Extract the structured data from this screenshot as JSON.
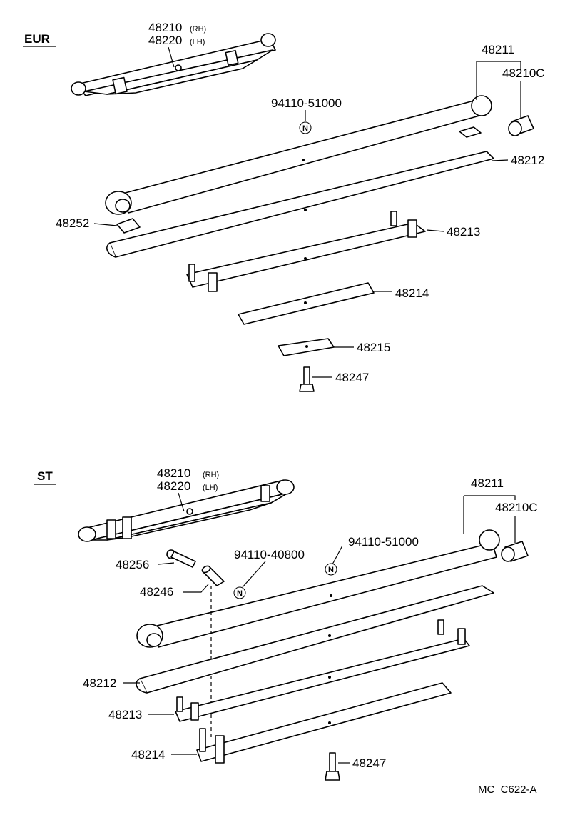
{
  "sections": {
    "eur": {
      "name": "EUR",
      "parts": {
        "spring_rh": "48210",
        "spring_rh_side": "(RH)",
        "spring_lh": "48220",
        "spring_lh_side": "(LH)",
        "leaf_no1": "48211",
        "bushing": "48210C",
        "bushing_note": "94110-51000",
        "leaf_no2": "48212",
        "insert": "48252",
        "leaf_no3": "48213",
        "leaf_no4": "48214",
        "spacer": "48215",
        "center_bolt": "48247"
      }
    },
    "st": {
      "name": "ST",
      "parts": {
        "spring_rh": "48210",
        "spring_rh_side": "(RH)",
        "spring_lh": "48220",
        "spring_lh_side": "(LH)",
        "leaf_no1": "48211",
        "bushing": "48210C",
        "bushing_note": "94110-51000",
        "clip_bolt": "48256",
        "clip_note": "94110-40800",
        "spacer_tube": "48246",
        "leaf_no2": "48212",
        "leaf_no3": "48213",
        "leaf_no4": "48214",
        "center_bolt": "48247"
      }
    }
  },
  "note_symbol": "N",
  "figure_code": "MC  C622-A"
}
